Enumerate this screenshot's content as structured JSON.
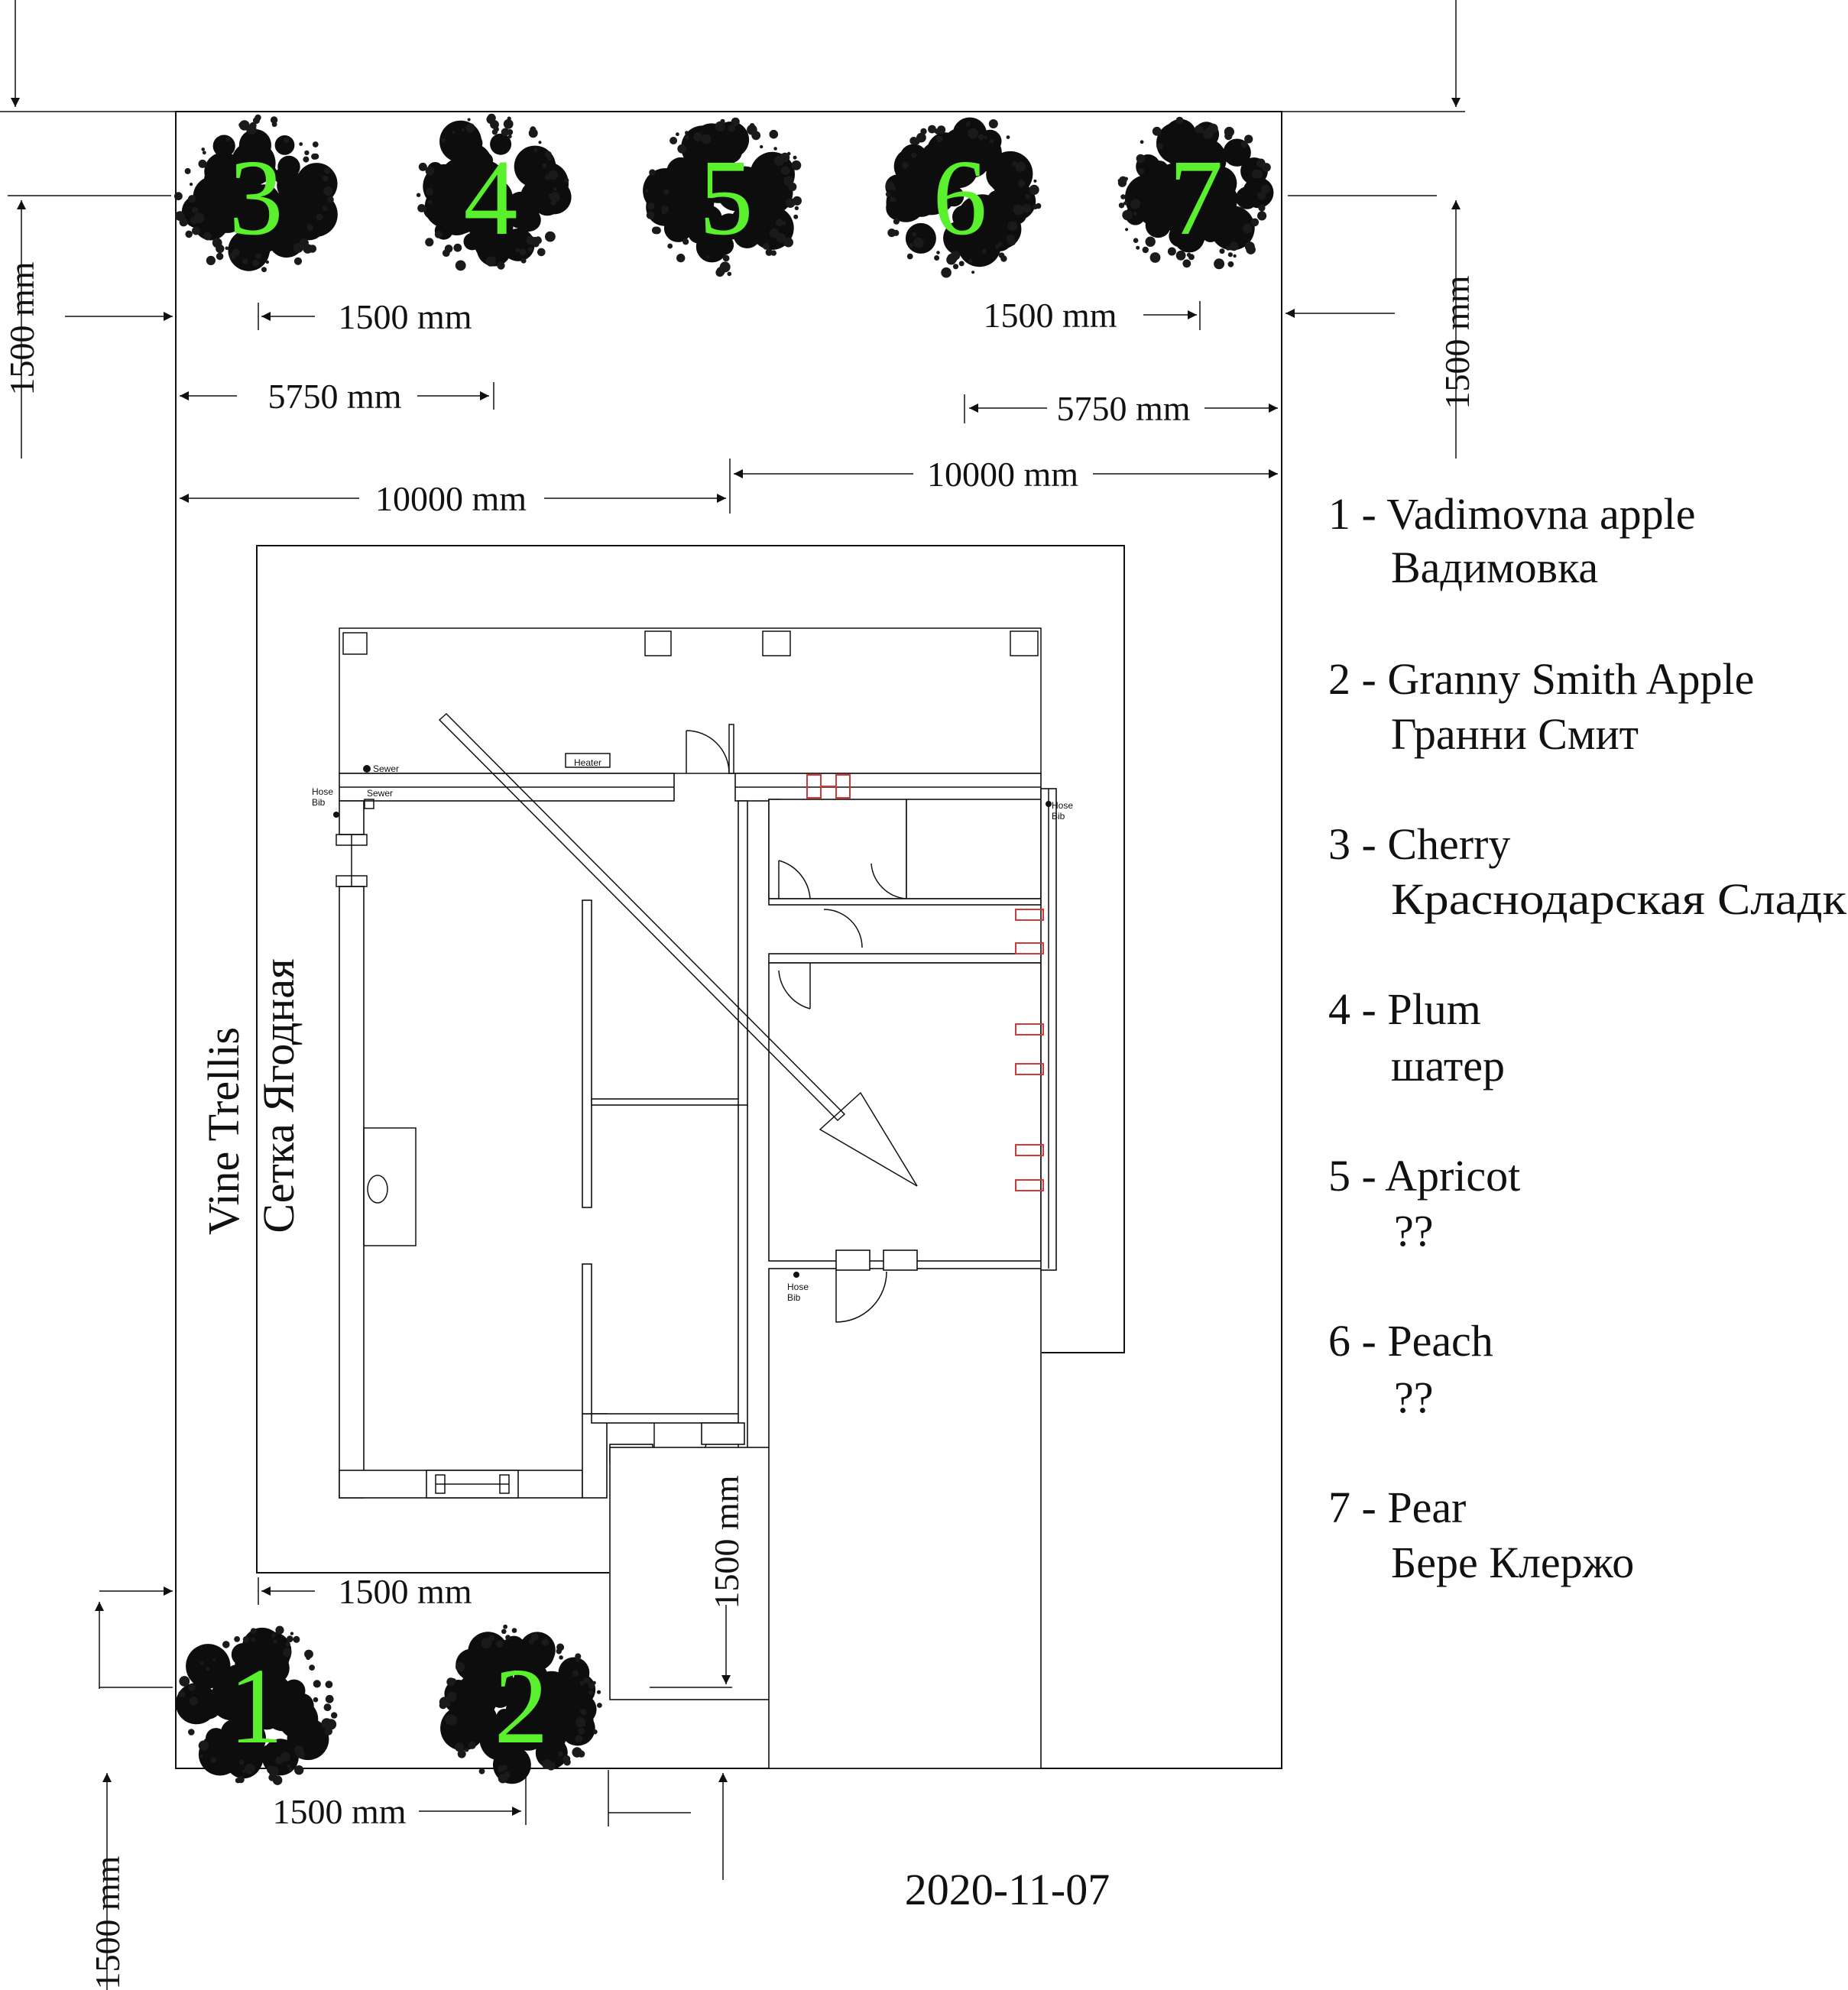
{
  "trees": [
    {
      "number": "3"
    },
    {
      "number": "4"
    },
    {
      "number": "5"
    },
    {
      "number": "6"
    },
    {
      "number": "7"
    },
    {
      "number": "1"
    },
    {
      "number": "2"
    }
  ],
  "dimensions": {
    "left_vertical_top": "1500 mm",
    "right_vertical_top": "1500 mm",
    "tree_spacing_left": "1500 mm",
    "tree_spacing_right": "1500 mm",
    "offset_left": "5750 mm",
    "offset_right": "5750 mm",
    "half_width_left": "10000 mm",
    "half_width_right": "10000 mm",
    "lower_tree_spacing": "1500 mm",
    "lower_vertical_right": "1500 mm",
    "bottom_horizontal": "1500 mm",
    "bottom_vertical_left": "1500 mm"
  },
  "trellis": {
    "label_en": "Vine Trellis",
    "label_ru": "Сетка Ягодная"
  },
  "fixtures": {
    "heater": "Heater",
    "sewer_1": "Sewer",
    "sewer_2": "Sewer",
    "hose_bib_line1": "Hose",
    "hose_bib_line2": "Bib"
  },
  "legend": [
    {
      "line1": "1 - Vadimovna apple",
      "line2": "Вадимовка"
    },
    {
      "line1": "2 - Granny Smith Apple",
      "line2": "Гранни Смит"
    },
    {
      "line1": "3 - Cherry",
      "line2": "Краснодарская Сладк"
    },
    {
      "line1": "4 - Plum",
      "line2": "шатер"
    },
    {
      "line1": "5 - Apricot",
      "line2": "??"
    },
    {
      "line1": "6 - Peach",
      "line2": "??"
    },
    {
      "line1": "7 - Pear",
      "line2": "Бере Клержо"
    }
  ],
  "date": "2020-11-07",
  "colors": {
    "tree_number": "#5bf02e",
    "window_frame": "#d23a3a",
    "line": "#111111"
  }
}
